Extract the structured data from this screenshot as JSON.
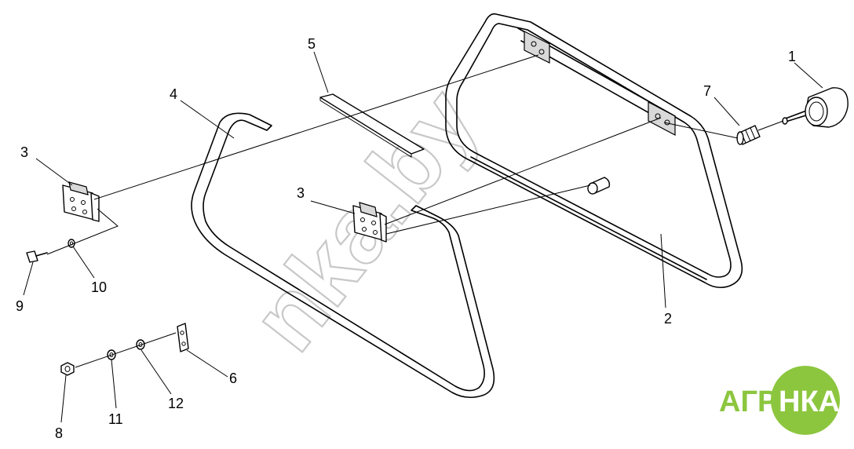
{
  "callouts": {
    "c1": "1",
    "c2": "2",
    "c3a": "3",
    "c3b": "3",
    "c4": "4",
    "c5": "5",
    "c6": "6",
    "c7": "7",
    "c8": "8",
    "c9": "9",
    "c10": "10",
    "c11": "11",
    "c12": "12"
  },
  "watermark": {
    "text": "nka.by"
  },
  "logo": {
    "left": "АГРО",
    "right": "НКА",
    "green": "#8cc63f",
    "circle": "#8cc63f"
  }
}
